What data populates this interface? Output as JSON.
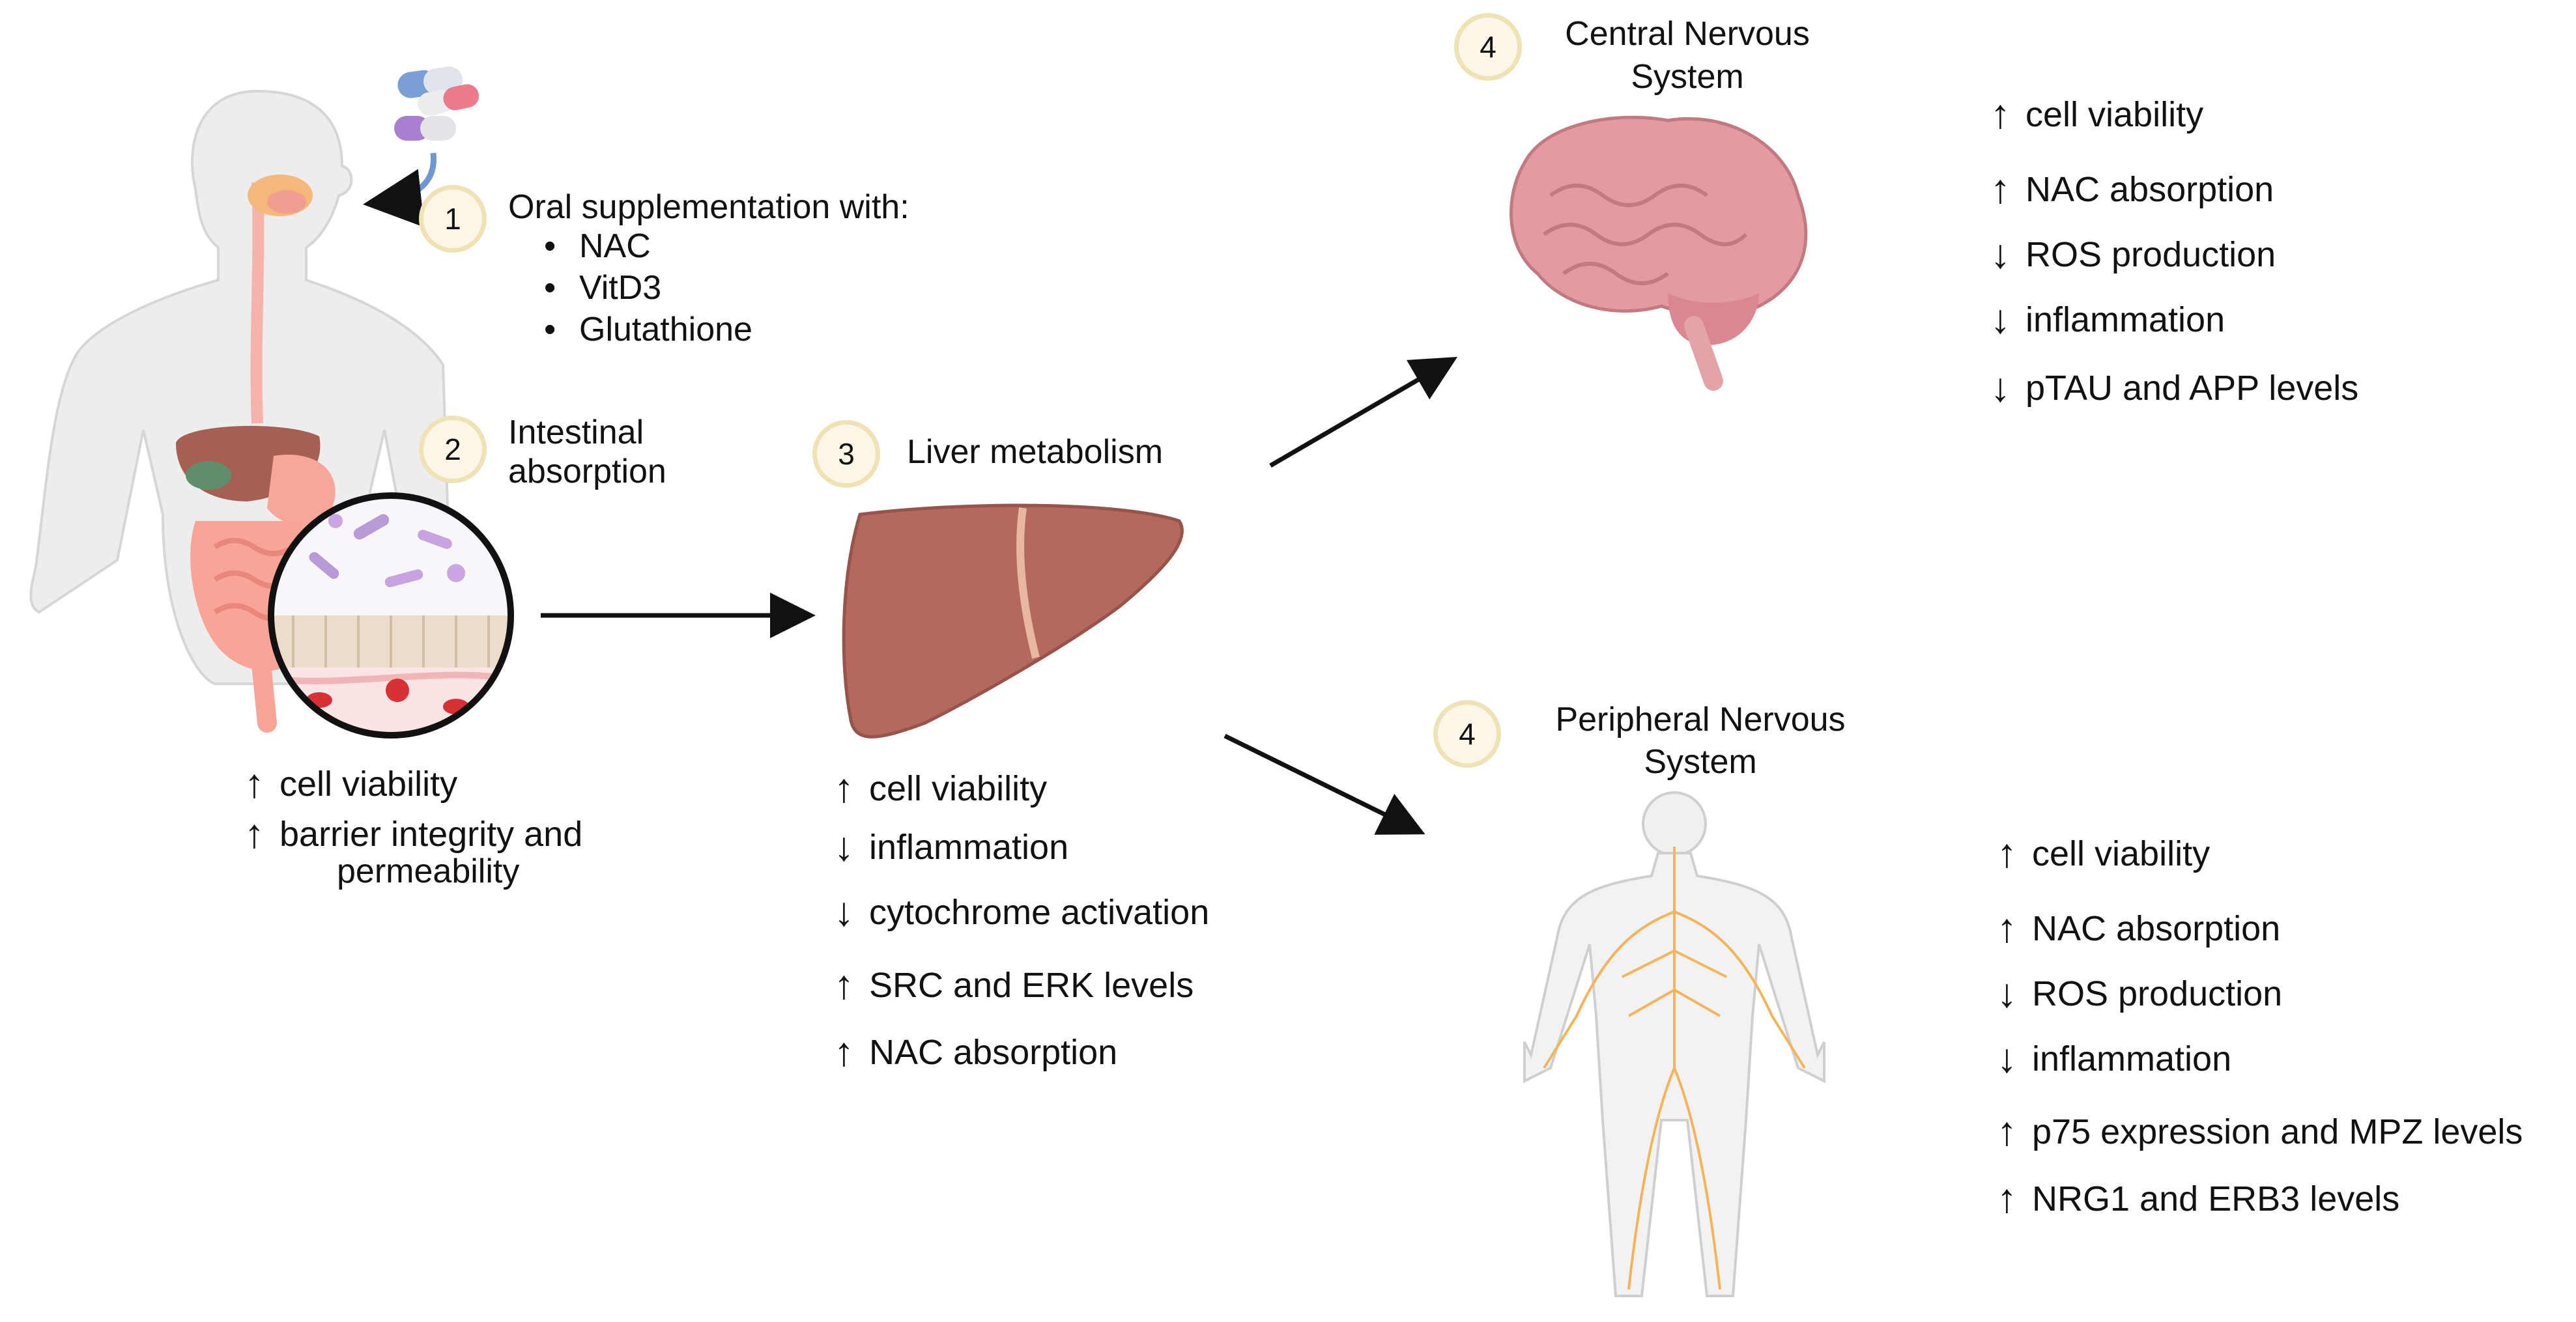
{
  "steps": {
    "step1": {
      "number": "1",
      "title": "Oral supplementation with:",
      "items": [
        "NAC",
        "VitD3",
        "Glutathione"
      ]
    },
    "step2": {
      "number": "2",
      "line1": "Intestinal",
      "line2": "absorption"
    },
    "step3": {
      "number": "3",
      "title": "Liver metabolism"
    },
    "step4_cns": {
      "number": "4",
      "line1": "Central Nervous",
      "line2": "System"
    },
    "step4_pns": {
      "number": "4",
      "line1": "Peripheral Nervous",
      "line2": "System"
    }
  },
  "effects": {
    "intestine": [
      {
        "dir": "up",
        "text": "cell viability"
      },
      {
        "dir": "up",
        "text": "barrier integrity and",
        "text2": "permeability"
      }
    ],
    "liver": [
      {
        "dir": "up",
        "text": "cell viability"
      },
      {
        "dir": "down",
        "text": "inflammation"
      },
      {
        "dir": "down",
        "text": "cytochrome activation"
      },
      {
        "dir": "up",
        "text": "SRC and ERK levels"
      },
      {
        "dir": "up",
        "text": "NAC absorption"
      }
    ],
    "cns": [
      {
        "dir": "up",
        "text": "cell viability"
      },
      {
        "dir": "up",
        "text": "NAC absorption"
      },
      {
        "dir": "down",
        "text": "ROS production"
      },
      {
        "dir": "down",
        "text": "inflammation"
      },
      {
        "dir": "down",
        "text": "pTAU and APP levels"
      }
    ],
    "pns": [
      {
        "dir": "up",
        "text": "cell viability"
      },
      {
        "dir": "up",
        "text": "NAC absorption"
      },
      {
        "dir": "down",
        "text": "ROS production"
      },
      {
        "dir": "down",
        "text": "inflammation"
      },
      {
        "dir": "up",
        "text": "p75 expression and MPZ levels"
      },
      {
        "dir": "up",
        "text": "NRG1 and ERB3 levels"
      }
    ]
  },
  "arrow_glyphs": {
    "up": "↑",
    "down": "↓"
  },
  "colors": {
    "badge_fill": "#fbf6e6",
    "badge_ring": "#efe2b5",
    "liver": "#b5685d",
    "brain": "#e39aa0",
    "nerves": "#f3b45a",
    "pill_blue": "#7a9fd4",
    "pill_red": "#ec7a8a",
    "pill_purple": "#a97fd0"
  }
}
